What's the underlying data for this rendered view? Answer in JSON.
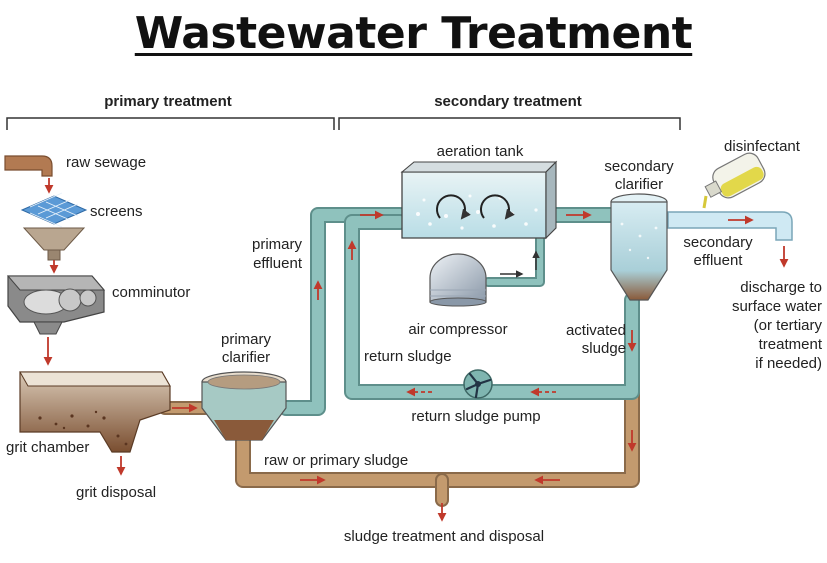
{
  "title": "Wastewater Treatment",
  "sections": {
    "primary": "primary treatment",
    "secondary": "secondary treatment"
  },
  "labels": {
    "raw_sewage": "raw sewage",
    "screens": "screens",
    "comminutor": "comminutor",
    "grit_chamber": "grit chamber",
    "grit_disposal": "grit disposal",
    "primary_clarifier_1": "primary",
    "primary_clarifier_2": "clarifier",
    "primary_effluent_1": "primary",
    "primary_effluent_2": "effluent",
    "aeration_tank": "aeration tank",
    "air_compressor": "air compressor",
    "secondary_clarifier_1": "secondary",
    "secondary_clarifier_2": "clarifier",
    "disinfectant": "disinfectant",
    "secondary_effluent_1": "secondary",
    "secondary_effluent_2": "effluent",
    "discharge_1": "discharge to",
    "discharge_2": "surface water",
    "discharge_3": "(or tertiary",
    "discharge_4": "treatment",
    "discharge_5": "if needed)",
    "activated_sludge_1": "activated",
    "activated_sludge_2": "sludge",
    "return_sludge": "return sludge",
    "return_sludge_pump": "return sludge pump",
    "raw_primary_sludge": "raw or primary sludge",
    "sludge_treatment": "sludge treatment and disposal"
  },
  "colors": {
    "pipe_water": "#7fb5b0",
    "pipe_sludge": "#c39a6e",
    "arrow": "#c0392b",
    "sediment": "#8a5a3a",
    "water": "#bfe0ea"
  }
}
